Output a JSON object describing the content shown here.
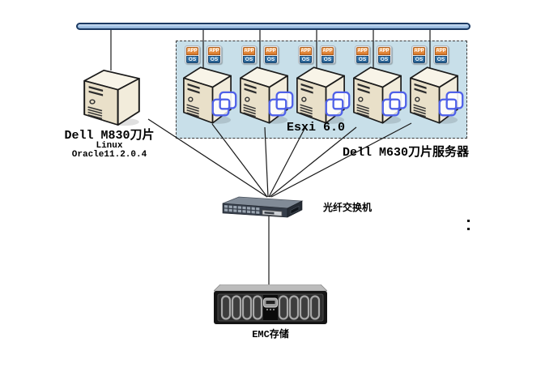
{
  "diagram": {
    "m830": {
      "title": "Dell M830刀片",
      "line1": "Linux",
      "line2": "Oracle11.2.0.4"
    },
    "esxi": {
      "box_label": "Esxi 6.0",
      "caption": "Dell M630刀片服务器",
      "app_label": "APP",
      "os_label": "OS",
      "server_count": 5
    },
    "switch": {
      "label": "光纤交换机"
    },
    "storage": {
      "label": "EMC存储"
    },
    "colors": {
      "bus_fill": "#a9c7e8",
      "bus_border": "#1b3a63",
      "esxi_box_fill": "#c8dfe9",
      "app_orange": "#d9772a",
      "os_blue": "#275d8c",
      "vmware_blue": "#4f61e8",
      "server_front": "#e9e0c9",
      "server_top": "#f8f4e8",
      "server_side": "#f2ecdb",
      "line_color": "#1a1a1a"
    }
  }
}
